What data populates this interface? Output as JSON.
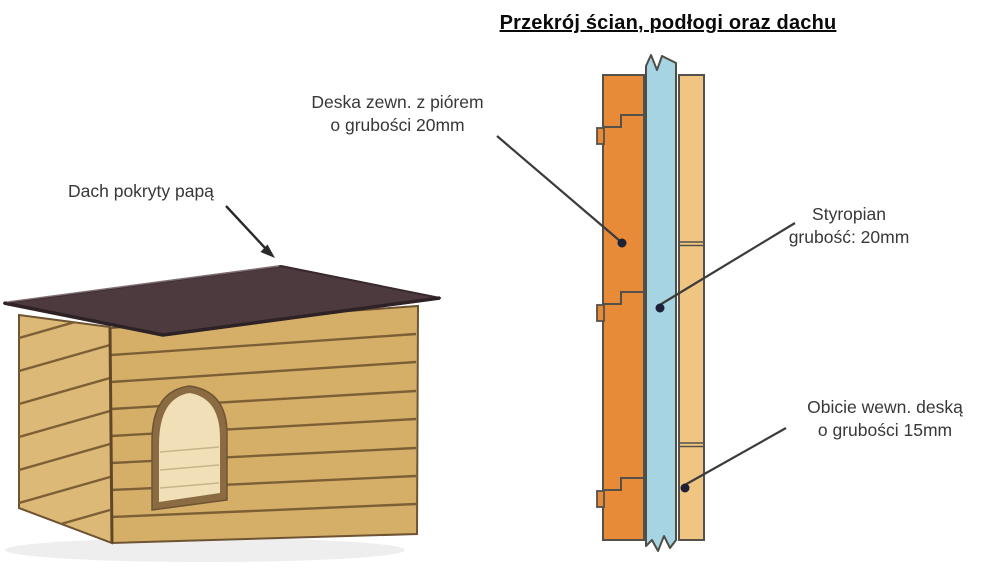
{
  "title": "Przekrój ścian, podłogi oraz dachu",
  "labels": {
    "roof": {
      "text": "Dach pokryty papą"
    },
    "outer_board": {
      "line1": "Deska zewn. z piórem",
      "line2": "o grubości 20mm"
    },
    "styrofoam": {
      "line1": "Styropian",
      "line2": "grubość: 20mm"
    },
    "inner_board": {
      "line1": "Obicie wewn. deską",
      "line2": "o grubości 15mm"
    }
  },
  "colors": {
    "roof": "#4c3a3e",
    "roof_edge": "#38292d",
    "side_wall": "#d5af68",
    "front_wall": "#ddb977",
    "plank_line": "#7d5f36",
    "door_frame": "#8a6b42",
    "door_inner": "#f0dfb7",
    "outer_board_layer": "#e78b39",
    "styrofoam_layer": "#a6d4e3",
    "inner_board_layer": "#f0c581",
    "layer_outline": "#55504a",
    "leader_line": "#3b3b3b",
    "leader_dot": "#1d2136",
    "text": "#383838"
  }
}
